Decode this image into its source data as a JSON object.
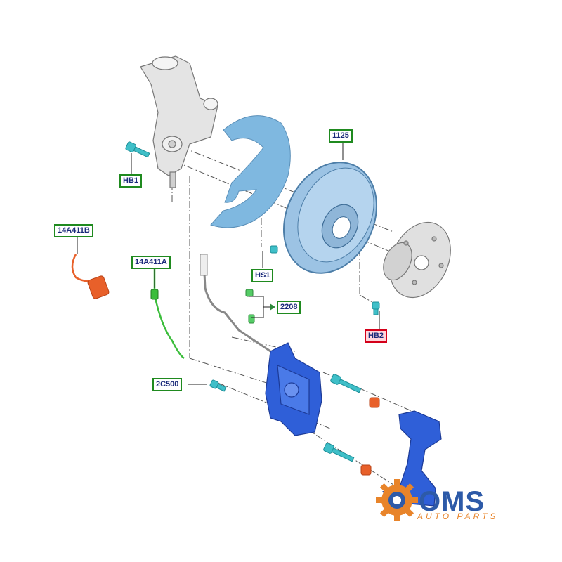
{
  "labels": {
    "hb1": "HB1",
    "hb2": "HB2",
    "hs1": "HS1",
    "disc": "1125",
    "p2208": "2208",
    "p14a411b": "14A411B",
    "p14a411a": "14A411A",
    "p2c500": "2C500"
  },
  "logo": {
    "main": "OMS",
    "sub": "AUTO PARTS"
  },
  "colors": {
    "label_border": "#1f8a1f",
    "highlight_border": "#d4001a",
    "label_text": "#1a2a7a",
    "part_blue": "#2f5fd8",
    "part_cyan": "#3fbfc8",
    "part_red": "#e8602a",
    "part_grey": "#d8d8d8",
    "disc_blue": "#8ab6dc",
    "logo_blue": "#2d5aa8",
    "logo_orange": "#e8842a"
  },
  "icons": [
    "gear-icon"
  ]
}
